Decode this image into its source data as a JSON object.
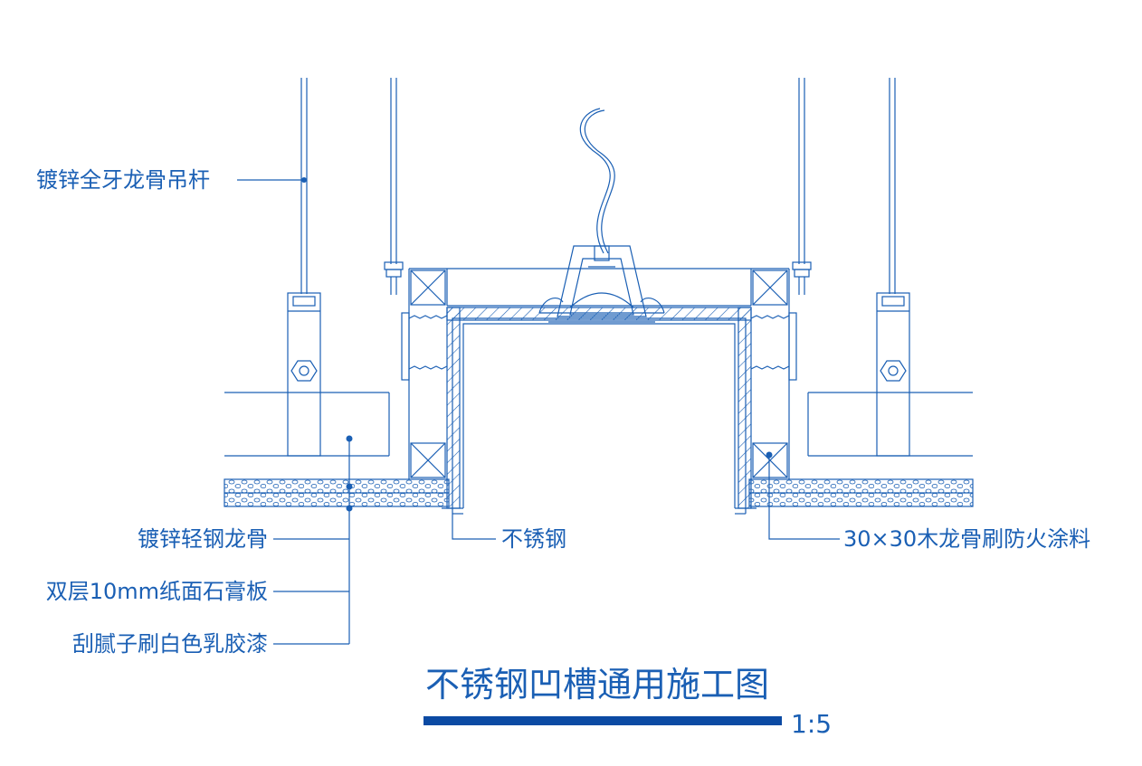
{
  "title": "不锈钢凹槽通用施工图",
  "scale": "1:5",
  "colors": {
    "line": "#1a5fb4",
    "title_bar": "#0b4aa3",
    "background": "#ffffff"
  },
  "labels": {
    "hanger_rod": "镀锌全牙龙骨吊杆",
    "light_steel_keel": "镀锌轻钢龙骨",
    "gypsum_board": "双层10mm纸面石膏板",
    "putty_paint": "刮腻子刷白色乳胶漆",
    "stainless_steel": "不锈钢",
    "wood_keel": "30×30木龙骨刷防火涂料"
  }
}
